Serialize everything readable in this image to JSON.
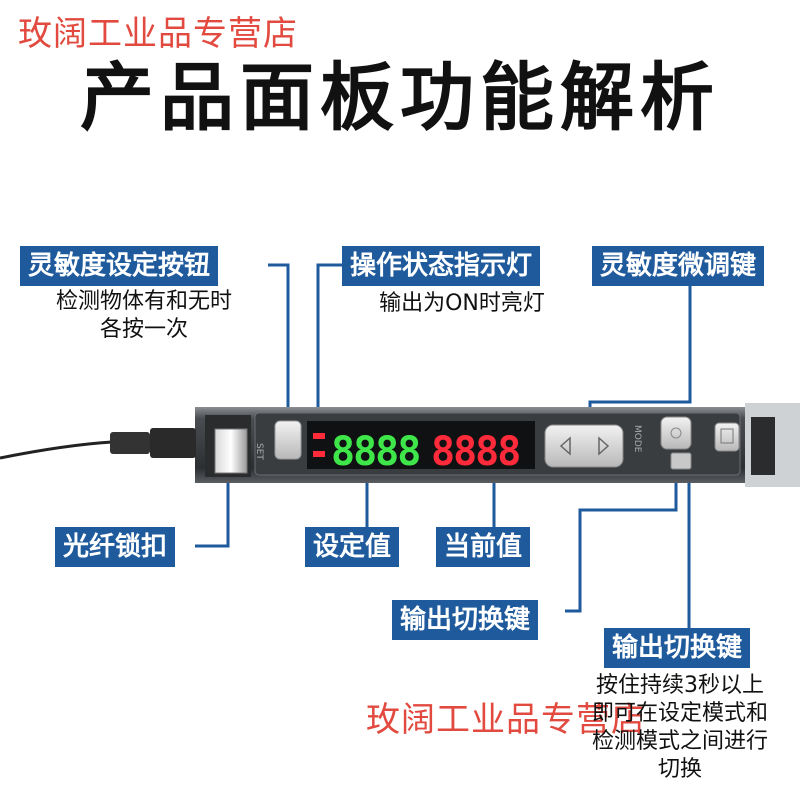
{
  "watermark_text": "玫阔工业品专营店",
  "title": "产品面板功能解析",
  "callouts": {
    "sensitivity_set": {
      "label": "灵敏度设定按钮",
      "desc": [
        "检测物体有和无时",
        "各按一次"
      ]
    },
    "status_indicator": {
      "label": "操作状态指示灯",
      "desc": [
        "输出为ON时亮灯"
      ]
    },
    "fine_tune": {
      "label": "灵敏度微调键"
    },
    "fiber_lock": {
      "label": "光纤锁扣"
    },
    "set_value": {
      "label": "设定值"
    },
    "current_value": {
      "label": "当前值"
    },
    "output_switch_small": {
      "label": "输出切换键"
    },
    "output_switch": {
      "label": "输出切换键",
      "desc": [
        "按住持续3秒以上",
        "即可在设定模式和",
        "检测模式之间进行",
        "切换"
      ]
    }
  },
  "device": {
    "set_text": "SET",
    "mode_text": "MODE",
    "display_green": "8888",
    "display_red": "8888"
  },
  "colors": {
    "label_bg": "#1e5a9c",
    "watermark": "#e03a2f",
    "led_green": "#3ee64a",
    "led_red": "#ff2a3a"
  }
}
